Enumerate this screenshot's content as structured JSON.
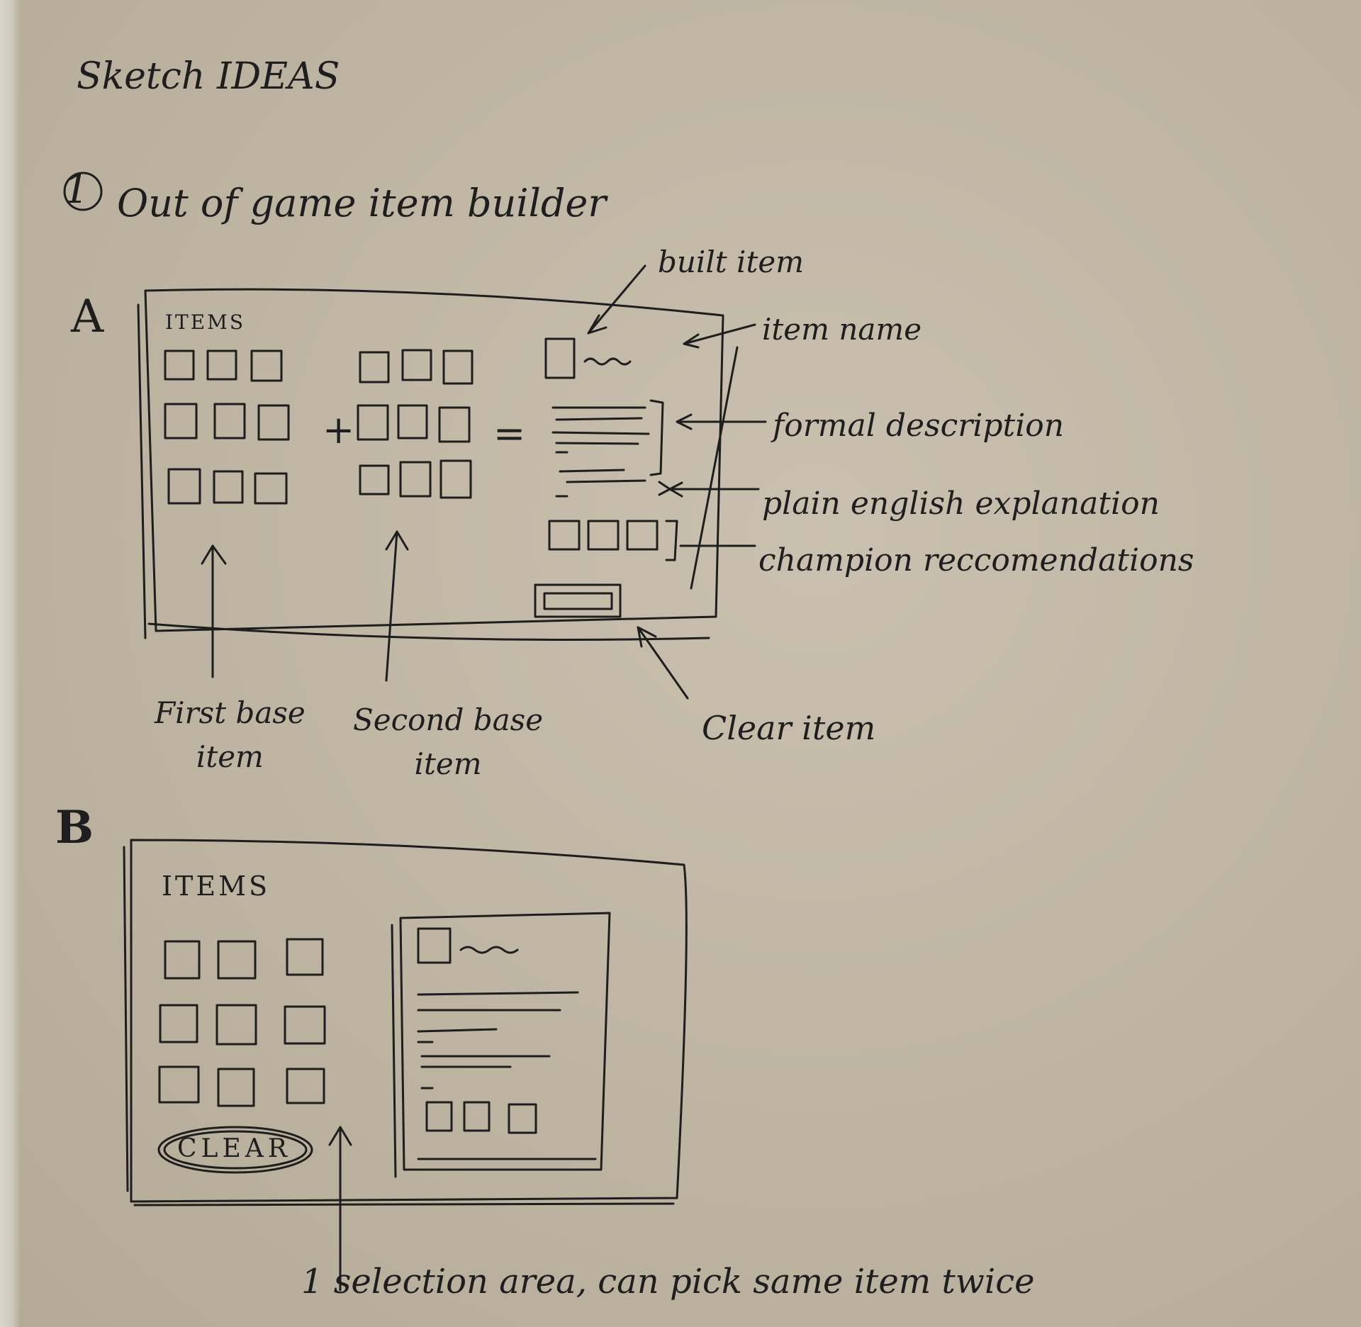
{
  "title": "Sketch IDEAS",
  "section": {
    "number": "1",
    "heading": "Out of game item builder"
  },
  "sketch_a": {
    "label": "A",
    "panel_title": "ITEMS",
    "plus": "+",
    "equals": "=",
    "annotations": {
      "built_item": "built item",
      "item_name": "item name",
      "formal_description": "formal description",
      "plain_english": "plain english explanation",
      "champion_recs": "champion reccomendations",
      "first_base": "First base\nitem",
      "second_base": "Second base\nitem",
      "clear_item": "Clear item"
    }
  },
  "sketch_b": {
    "label": "B",
    "panel_title": "ITEMS",
    "clear_button": "CLEAR",
    "note": "1 selection area, can pick same item twice"
  }
}
